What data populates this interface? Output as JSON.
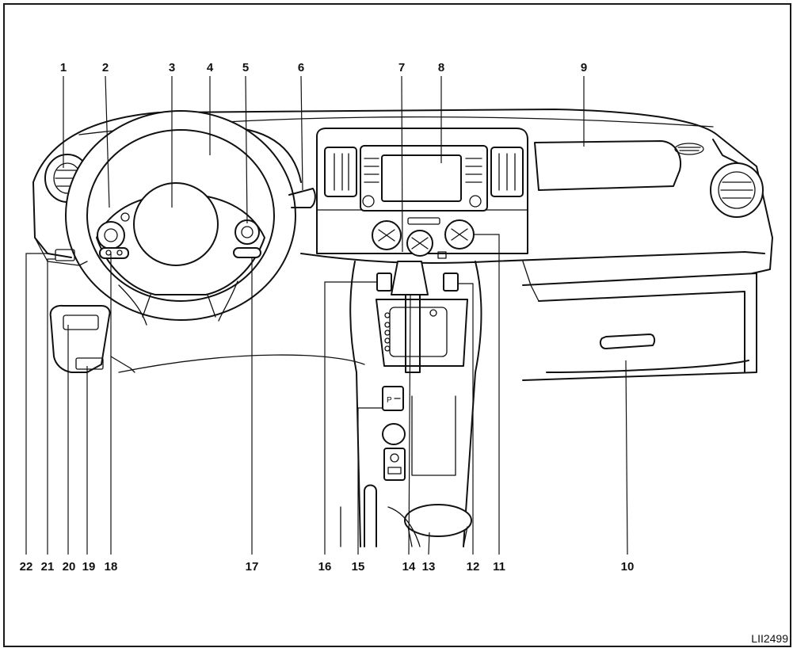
{
  "figure_id": "LII2499",
  "callouts": [
    {
      "num": "1"
    },
    {
      "num": "2"
    },
    {
      "num": "3"
    },
    {
      "num": "4"
    },
    {
      "num": "5"
    },
    {
      "num": "6"
    },
    {
      "num": "7"
    },
    {
      "num": "8"
    },
    {
      "num": "9"
    },
    {
      "num": "10"
    },
    {
      "num": "11"
    },
    {
      "num": "12"
    },
    {
      "num": "13"
    },
    {
      "num": "14"
    },
    {
      "num": "15"
    },
    {
      "num": "16"
    },
    {
      "num": "17"
    },
    {
      "num": "18"
    },
    {
      "num": "19"
    },
    {
      "num": "20"
    },
    {
      "num": "21"
    },
    {
      "num": "22"
    }
  ],
  "colors": {
    "line": "#111111",
    "background": "#ffffff"
  }
}
